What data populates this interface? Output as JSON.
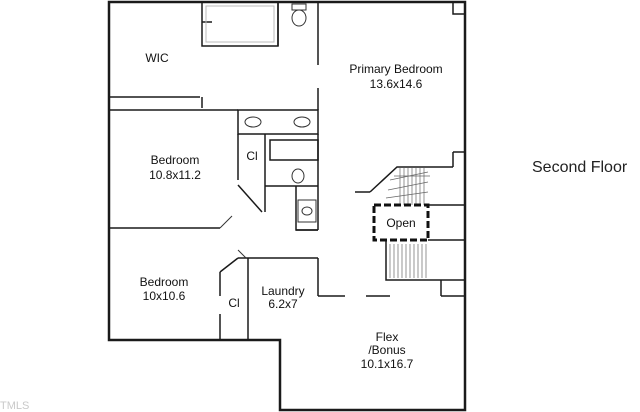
{
  "floor_label": "Second Floor",
  "rooms": {
    "wic": {
      "name": "WIC"
    },
    "primary_bedroom": {
      "name": "Primary Bedroom",
      "size": "13.6x14.6"
    },
    "bedroom_1": {
      "name": "Bedroom",
      "size": "10.8x11.2"
    },
    "bedroom_2": {
      "name": "Bedroom",
      "size": "10x10.6"
    },
    "closet_1": {
      "name": "Cl"
    },
    "closet_2": {
      "name": "Cl"
    },
    "laundry": {
      "name": "Laundry",
      "size": "6.2x7"
    },
    "flex_bonus": {
      "line1": "Flex",
      "line2": "/Bonus",
      "size": "10.1x16.7"
    },
    "open": {
      "name": "Open"
    }
  },
  "watermark": "TMLS"
}
